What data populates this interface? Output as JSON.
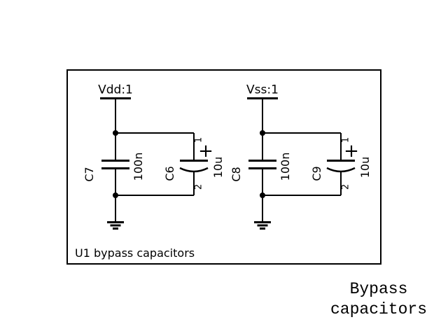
{
  "window": {
    "background": "#ffffff",
    "ink": "#000000"
  },
  "schematic": {
    "sheet_label": "U1 bypass capacitors",
    "nets": {
      "vdd": "Vdd:1",
      "vss": "Vss:1"
    },
    "capacitors": [
      {
        "ref": "C7",
        "value": "100n",
        "polarized": false
      },
      {
        "ref": "C6",
        "value": "10u",
        "polarized": true,
        "pin_top": "1",
        "pin_bottom": "2",
        "polarity": "+"
      },
      {
        "ref": "C8",
        "value": "100n",
        "polarized": false
      },
      {
        "ref": "C9",
        "value": "10u",
        "polarized": true,
        "pin_top": "1",
        "pin_bottom": "2",
        "polarity": "+"
      }
    ]
  },
  "caption": {
    "line1": "Bypass",
    "line2": "capacitors"
  }
}
